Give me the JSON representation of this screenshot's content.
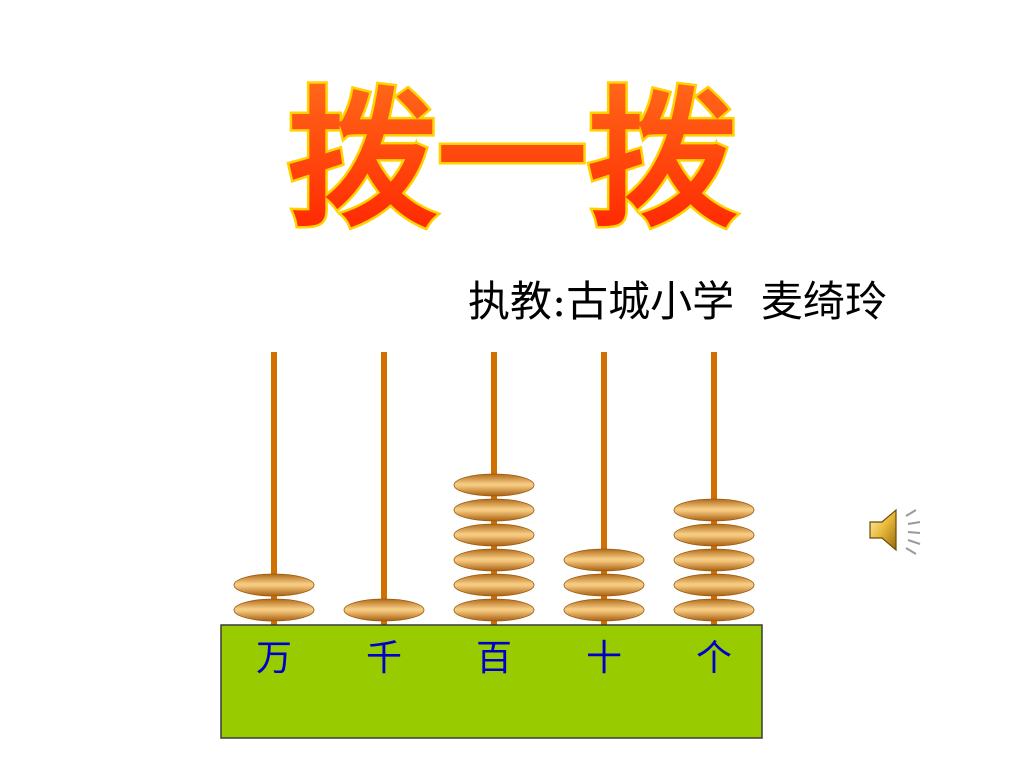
{
  "slide": {
    "title": "拨一拨",
    "subtitle": "执教:古城小学  麦绮玲",
    "colors": {
      "title_fill": "#ff3300",
      "title_outline": "#ffd200",
      "rod": "#d07000",
      "bead_mid": "#b26b18",
      "bead_light": "#f3c57a",
      "base_fill": "#99cc00",
      "base_border": "#3a3a3a",
      "label_color": "#0000cc"
    }
  },
  "abacus": {
    "rods": [
      {
        "label": "万",
        "beads": 2
      },
      {
        "label": "千",
        "beads": 1
      },
      {
        "label": "百",
        "beads": 6
      },
      {
        "label": "十",
        "beads": 3
      },
      {
        "label": "个",
        "beads": 5
      }
    ]
  },
  "audio": {
    "icon": "speaker-icon"
  }
}
